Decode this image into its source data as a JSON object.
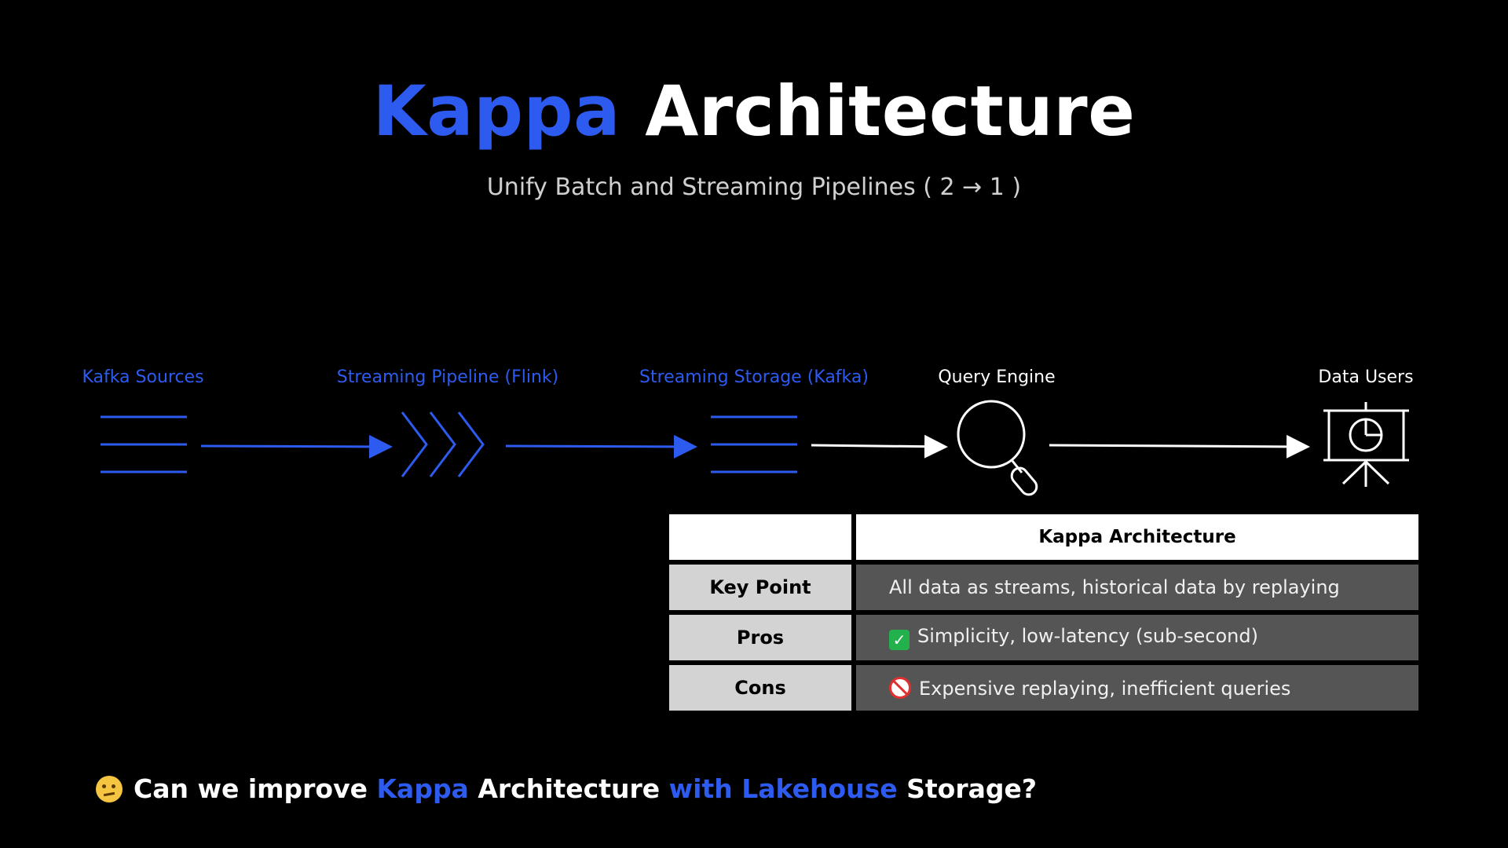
{
  "title": {
    "part1": "Kappa",
    "part2": "Architecture"
  },
  "subtitle": "Unify Batch and Streaming Pipelines ( 2 → 1 )",
  "flow": {
    "nodes": [
      {
        "label": "Kafka Sources",
        "icon": "lines-icon",
        "color": "#2d5bf0"
      },
      {
        "label": "Streaming Pipeline (Flink)",
        "icon": "chevrons-icon",
        "color": "#2d5bf0"
      },
      {
        "label": "Streaming Storage (Kafka)",
        "icon": "lines-icon",
        "color": "#2d5bf0"
      },
      {
        "label": "Query Engine",
        "icon": "magnifier-icon",
        "color": "#ffffff"
      },
      {
        "label": "Data Users",
        "icon": "presentation-board-icon",
        "color": "#ffffff"
      }
    ]
  },
  "table": {
    "header": [
      "",
      "Kappa Architecture"
    ],
    "rows": [
      {
        "label": "Key Point",
        "value": "All data as streams, historical data by replaying",
        "icon": ""
      },
      {
        "label": "Pros",
        "value": "Simplicity, low-latency (sub-second)",
        "icon": "check-mark-icon"
      },
      {
        "label": "Cons",
        "value": "Expensive replaying, inefficient queries",
        "icon": "prohibited-icon"
      }
    ]
  },
  "question": {
    "icon": "thinking-face-icon",
    "p1": "Can we improve ",
    "p2": "Kappa",
    "p3": " Architecture ",
    "p4": "with Lakehouse",
    "p5": " Storage?"
  },
  "colors": {
    "accent": "#2d5bf0",
    "background": "#000000"
  }
}
